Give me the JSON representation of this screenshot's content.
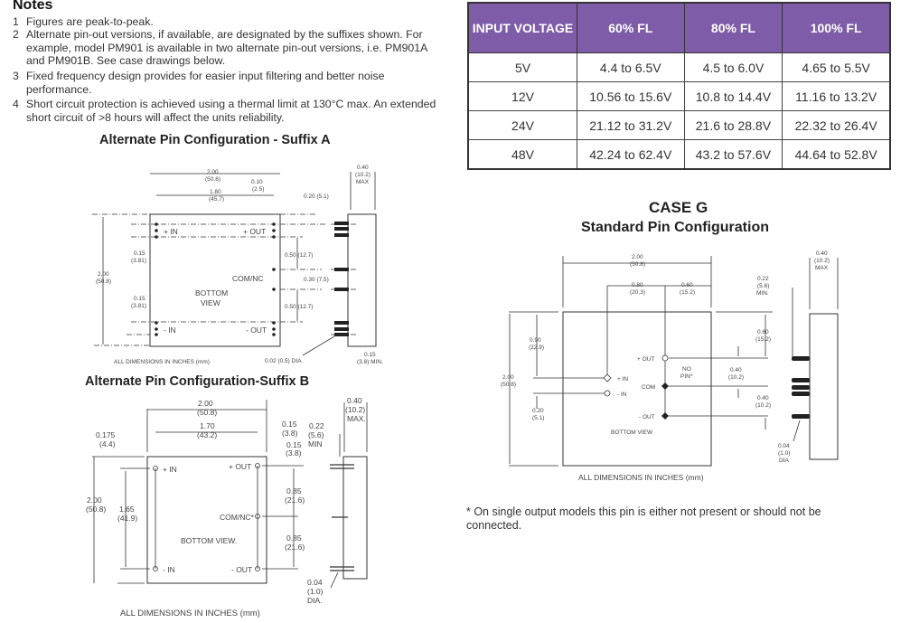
{
  "notes": {
    "title": "Notes",
    "items": [
      {
        "num": "1",
        "text": "Figures are peak-to-peak."
      },
      {
        "num": "2",
        "text": "Alternate pin-out versions, if available, are designated by the suffixes shown.  For example, model PM901 is available in two alternate pin-out versions, i.e. PM901A and PM901B.  See case drawings below."
      },
      {
        "num": "3",
        "text": "Fixed frequency design provides for easier input filtering and better noise performance."
      },
      {
        "num": "4",
        "text": "Short circuit protection is achieved using a thermal limit at 130°C max.  An extended short circuit of >8 hours will affect the units reliability."
      }
    ]
  },
  "table": {
    "headers": [
      "INPUT VOLTAGE",
      "60% FL",
      "80% FL",
      "100% FL"
    ],
    "rows": [
      [
        "5V",
        "4.4 to  6.5V",
        "4.5  to  6.0V",
        "4.65 to 5.5V"
      ],
      [
        "12V",
        "10.56 to 15.6V",
        "10.8 to 14.4V",
        "11.16 to 13.2V"
      ],
      [
        "24V",
        "21.12 to 31.2V",
        "21.6 to 28.8V",
        "22.32 to 26.4V"
      ],
      [
        "48V",
        "42.24 to 62.4V",
        "43.2 to 57.6V",
        "44.64 to 52.8V"
      ]
    ],
    "header_color": "#7e5ca8"
  },
  "suffix_a": {
    "title": "Alternate Pin Configuration - Suffix A",
    "labels": {
      "plus_in": "+ IN",
      "plus_out": "+ OUT",
      "com": "COM/NC",
      "minus_in": "- IN",
      "minus_out": "- OUT",
      "view1": "BOTTOM",
      "view2": "VIEW",
      "w1": "2.00",
      "w1mm": "(50.8)",
      "w2": "1.80",
      "w2mm": "(45.7)",
      "d010": "0.10",
      "d010mm": "(2.5)",
      "d020": "0.20 (5.1)",
      "h1": "2.00",
      "h1mm": "(50.8)",
      "p1": "0.15",
      "p1mm": "(3.81)",
      "p2": "0.15",
      "p2mm": "(3.81)",
      "s1": "0.50 (12.7)",
      "s2": "0.30 (7.5)",
      "s3": "0.50 (12.7)",
      "t1": "0.40",
      "t1mm": "(10.2)",
      "t1x": "MAX",
      "dia": "0.02 (0.5) DIA.",
      "min1": "0.15",
      "min1mm": "(3.8) MIN.",
      "dims": "ALL DIMENSIONS IN INCHES (mm)"
    }
  },
  "suffix_b": {
    "title": "Alternate Pin Configuration-Suffix B",
    "labels": {
      "plus_in": "+ IN",
      "plus_out": "+ OUT",
      "com": "COM/NC*",
      "minus_in": "- IN",
      "minus_out": "- OUT",
      "view": "BOTTOM VIEW.",
      "w1": "2.00",
      "w1mm": "(50.8)",
      "w2": "1.70",
      "w2mm": "(43.2)",
      "a": "0.175",
      "amm": "(4.4)",
      "b": "0.15",
      "bmm": "(3.8)",
      "c": "0.15",
      "cmm": "(3.8)",
      "h1": "2.00",
      "h1mm": "(50.8)",
      "h2": "1.65",
      "h2mm": "(41.9)",
      "s1": "0.85",
      "s1mm": "(21.6)",
      "s2": "0.85",
      "s2mm": "(21.6)",
      "t1": "0.40",
      "t1mm": "(10.2)",
      "t1x": "MAX.",
      "m1": "0.22",
      "m1mm": "(5.6)",
      "m1x": "MIN",
      "dia": "0.04",
      "diamm": "(1.0)",
      "diax": "DIA.",
      "dims": "ALL DIMENSIONS IN INCHES (mm)"
    }
  },
  "case_g": {
    "title": "CASE G",
    "subtitle": "Standard Pin Configuration",
    "labels": {
      "plus_in": "+ IN",
      "minus_in": "- IN",
      "plus_out": "+ OUT",
      "com": "COM",
      "minus_out": "- OUT",
      "nopin1": "NO",
      "nopin2": "PIN*",
      "view": "BOTTOM VIEW",
      "w1": "2.00",
      "w1mm": "(50.8)",
      "w2": "0.80",
      "w2mm": "(20.3)",
      "w3": "0.60",
      "w3mm": "(15.2)",
      "h1": "2.00",
      "h1mm": "(50.8)",
      "h2": "0.90",
      "h2mm": "(22.9)",
      "h3": "0.20",
      "h3mm": "(5.1)",
      "r1": "0.60",
      "r1mm": "(15.2)",
      "r2": "0.40",
      "r2mm": "(10.2)",
      "r3": "0.40",
      "r3mm": "(10.2)",
      "t1": "0.40",
      "t1mm": "(10.2)",
      "t1x": "MAX",
      "m1": "0.22",
      "m1mm": "(5.6)",
      "m1x": "MIN.",
      "dia": "0.04",
      "diamm": "(1.0)",
      "diax": "DIA",
      "dims": "ALL DIMENSIONS IN INCHES  (mm)"
    },
    "footnote": "* On single output models this pin is either not present or should not be connected."
  }
}
